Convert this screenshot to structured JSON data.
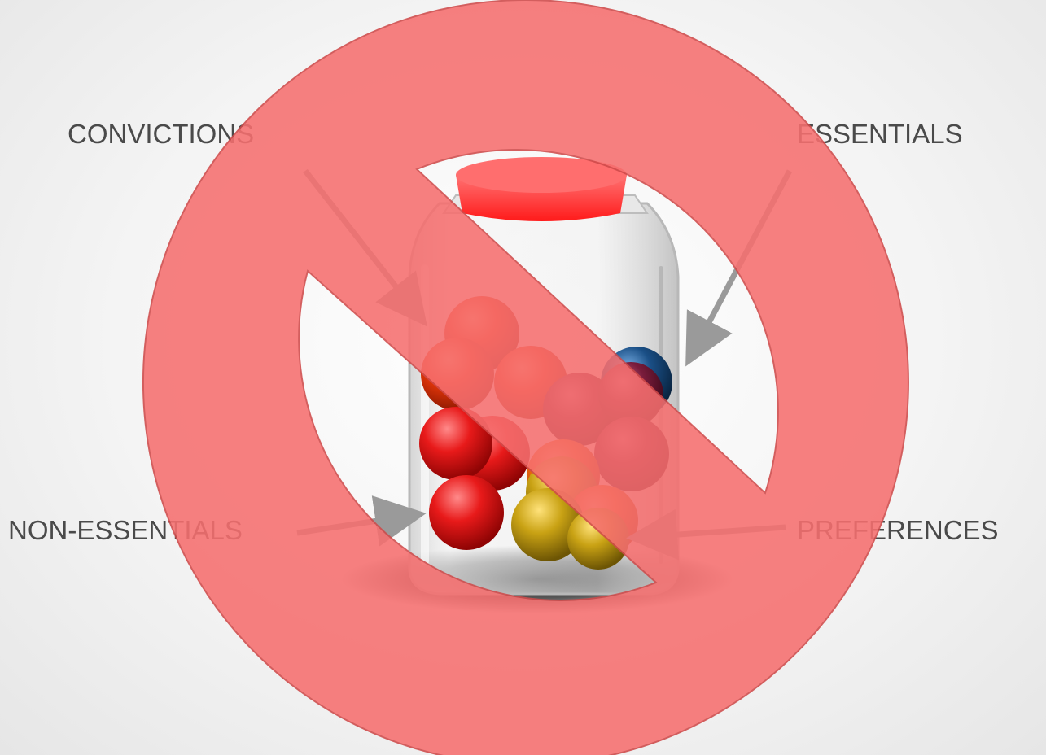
{
  "labels": {
    "convictions": "CONVICTIONS",
    "essentials": "ESSENTIALS",
    "non_essentials": "NON-ESSENTIALS",
    "preferences": "PREFERENCES"
  },
  "colors": {
    "prohibition_sign": "#f66f6f",
    "jar_lid": "#ff2e2e",
    "label_text": "#4a4a4a",
    "arrow": "#9a9a9a"
  },
  "marble_colors": {
    "red": "#e81a1a",
    "orange_red": "#ef3a0a",
    "orange": "#ee6a10",
    "gold": "#c9a214",
    "plum": "#7a1c3c",
    "blue": "#1a4f86"
  }
}
